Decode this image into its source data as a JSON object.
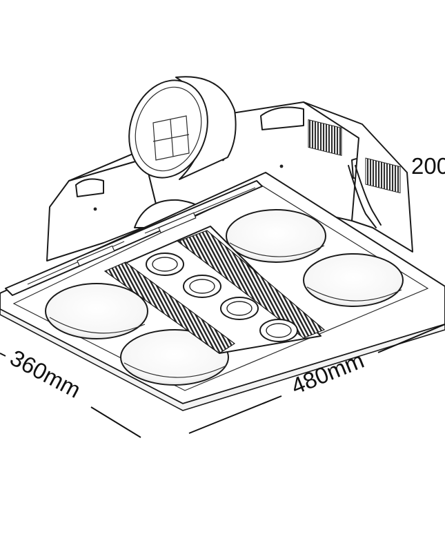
{
  "dimensions": {
    "depth_label": "360mm",
    "width_label": "480mm",
    "height_label": "200"
  }
}
